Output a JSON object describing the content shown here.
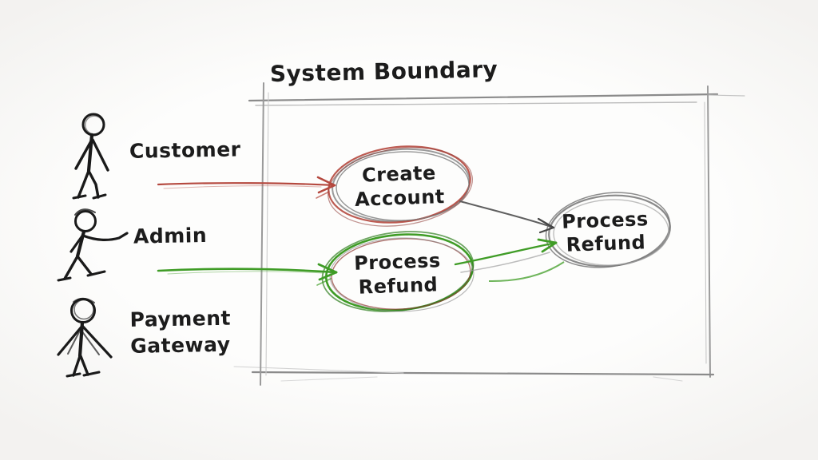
{
  "title": "System Boundary",
  "actors": [
    {
      "name": "Customer",
      "label": "Customer"
    },
    {
      "name": "Admin",
      "label": "Admin"
    },
    {
      "name": "Payment Gateway",
      "label_line1": "Payment",
      "label_line2": "Gateway"
    }
  ],
  "use_cases": [
    {
      "id": "create-account",
      "line1": "Create",
      "line2": "Account",
      "outline_accent": "#b0564c"
    },
    {
      "id": "process-refund-left",
      "line1": "Process",
      "line2": "Refund",
      "outline_accent": "#3f9c26"
    },
    {
      "id": "process-refund-right",
      "line1": "Process",
      "line2": "Refund",
      "outline_accent": "#8a8a8a"
    }
  ],
  "connections": [
    {
      "from": "Customer",
      "to": "Create Account",
      "color": "#b5493f"
    },
    {
      "from": "Admin",
      "to": "Process Refund (left)",
      "color": "#3f9c26"
    },
    {
      "from": "Create Account",
      "to": "Process Refund (right)",
      "color": "#666666"
    },
    {
      "from": "Process Refund (left)",
      "to": "Process Refund (right)",
      "color": "#3f9c26"
    }
  ],
  "colors": {
    "ink": "#1c1c1c",
    "boundary_gray": "#8b8b8b",
    "red_accent": "#b5493f",
    "dark_red_accent": "#8e3b34",
    "green_accent": "#3f9c26",
    "dark_green_accent": "#2e7d1e",
    "gray_accent": "#777777",
    "background": "#fbfbfa"
  }
}
